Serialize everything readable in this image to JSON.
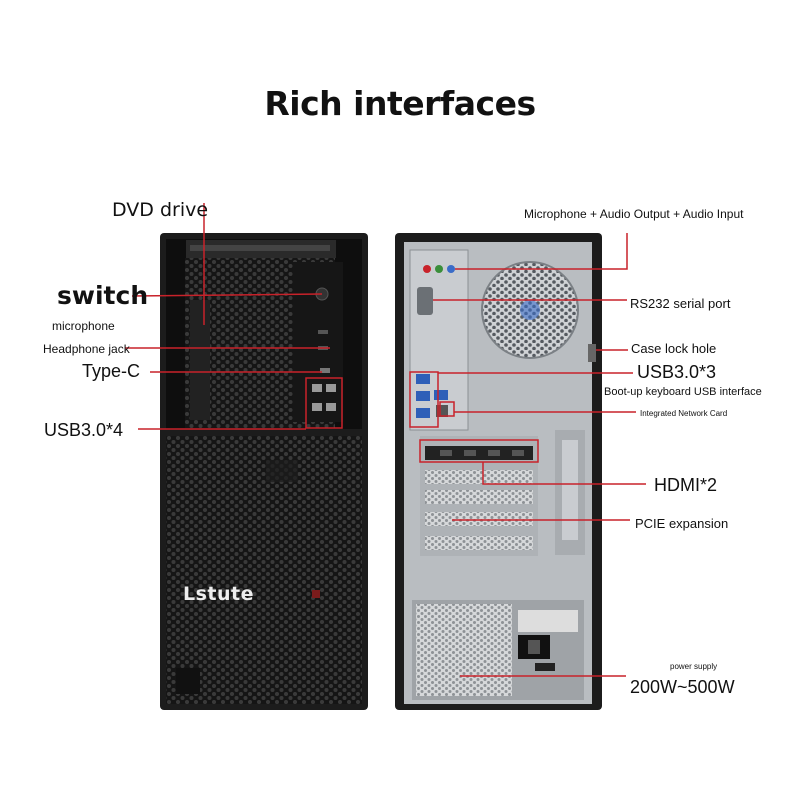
{
  "title": "Rich interfaces",
  "brand": "Lstute",
  "colors": {
    "accent_red": "#c8222a",
    "case_black": "#1a1a1a",
    "metal_gray": "#b9bdc1",
    "background": "#ffffff"
  },
  "front_labels": {
    "dvd_drive": "DVD drive",
    "switch": "switch",
    "microphone": "microphone",
    "headphone_jack": "Headphone jack",
    "type_c": "Type-C",
    "usb_front": "USB3.0*4"
  },
  "rear_labels": {
    "mic_audio": "Microphone + Audio Output + Audio Input",
    "rs232": "RS232 serial port",
    "case_lock": "Case lock hole",
    "usb_rear": "USB3.0*3",
    "boot_up": "Boot-up keyboard USB interface",
    "network": "Integrated Network Card",
    "hdmi": "HDMI*2",
    "pcie": "PCIE expansion",
    "power_supply_small": "power supply",
    "power_supply": "200W~500W"
  }
}
